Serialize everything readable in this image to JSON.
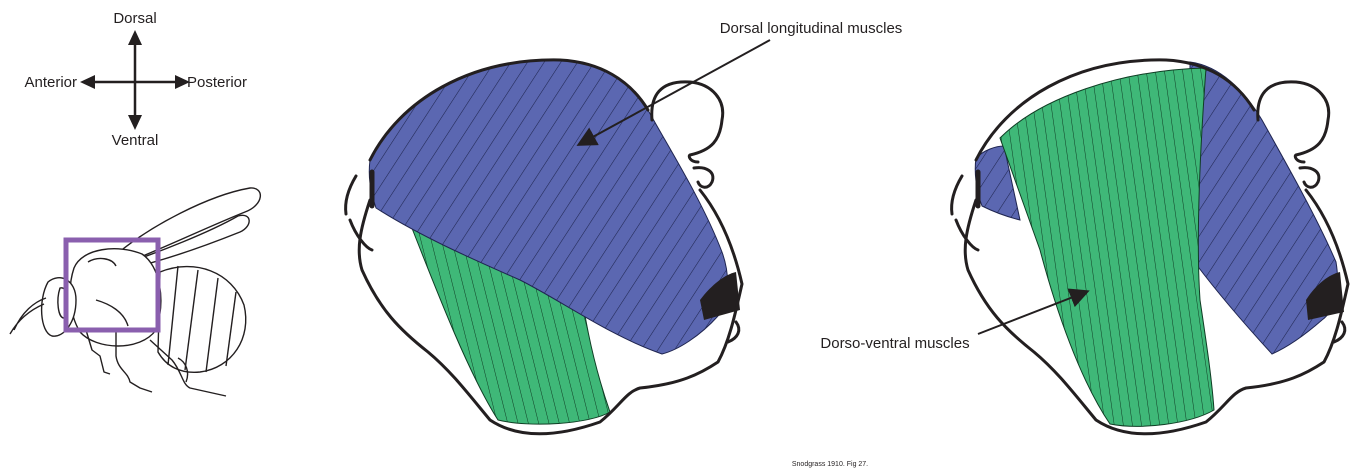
{
  "compass": {
    "dorsal": "Dorsal",
    "ventral": "Ventral",
    "anterior": "Anterior",
    "posterior": "Posterior"
  },
  "labels": {
    "dorsal_longitudinal": "Dorsal longitudinal muscles",
    "dorso_ventral": "Dorso-ventral muscles"
  },
  "citation": "Snodgrass 1910. Fig 27.",
  "colors": {
    "dorsal_longitudinal_muscle": "#5b67b1",
    "dorso_ventral_muscle": "#3fb878",
    "highlight_box": "#8a5fae",
    "outline": "#231f20"
  }
}
